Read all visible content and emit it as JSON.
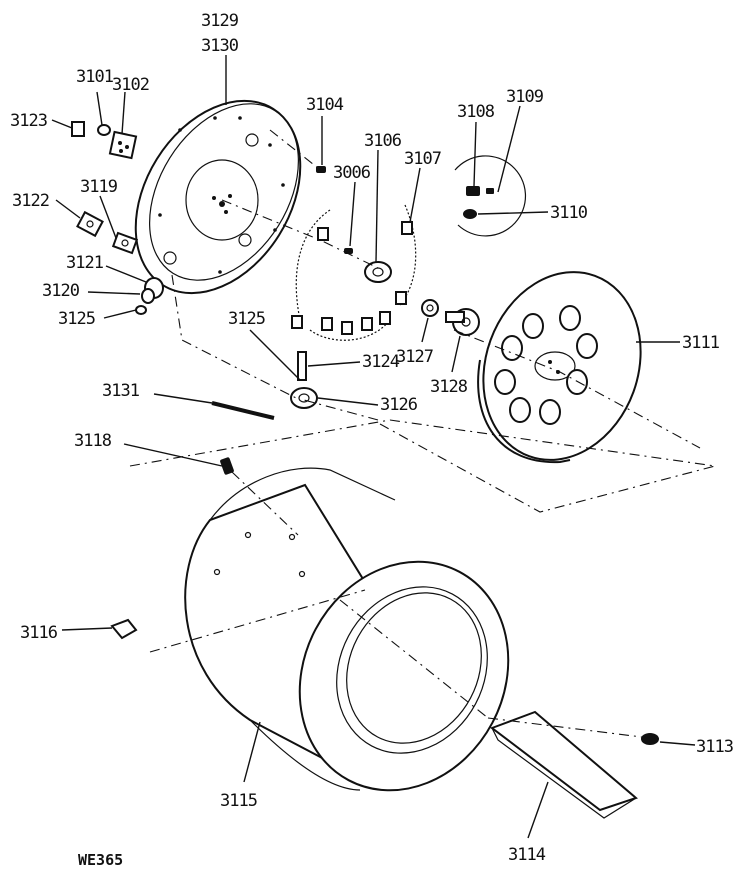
{
  "drawing_code": "WE365",
  "labels": {
    "p3129": "3129",
    "p3130": "3130",
    "p3101": "3101",
    "p3102": "3102",
    "p3123": "3123",
    "p3104": "3104",
    "p3106": "3106",
    "p3006": "3006",
    "p3107": "3107",
    "p3108": "3108",
    "p3109": "3109",
    "p3110": "3110",
    "p3122": "3122",
    "p3119": "3119",
    "p3121": "3121",
    "p3120": "3120",
    "p3125a": "3125",
    "p3125b": "3125",
    "p3124": "3124",
    "p3127": "3127",
    "p3128": "3128",
    "p3111": "3111",
    "p3131": "3131",
    "p3126": "3126",
    "p3118": "3118",
    "p3116": "3116",
    "p3113": "3113",
    "p3115": "3115",
    "p3114": "3114"
  }
}
